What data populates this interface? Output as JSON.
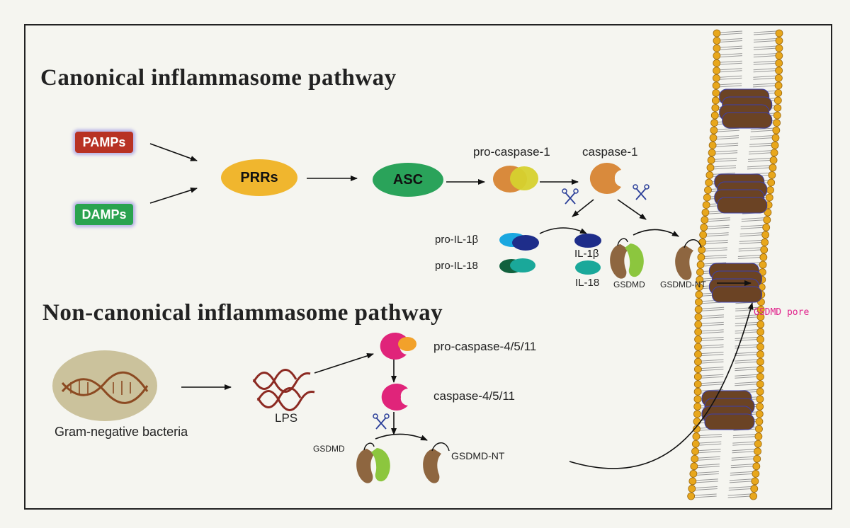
{
  "titles": {
    "canonical": "Canonical inflammasome pathway",
    "noncanonical": "Non-canonical inflammasome pathway"
  },
  "nodes": {
    "pamps": "PAMPs",
    "damps": "DAMPs",
    "prrs": "PRRs",
    "asc": "ASC",
    "pro_caspase_1": "pro-caspase-1",
    "caspase_1": "caspase-1",
    "pro_il_1b": "pro-IL-1β",
    "pro_il_18": "pro-IL-18",
    "il_1b": "IL-1β",
    "il_18": "IL-18",
    "gsdmd_top": "GSDMD",
    "gsdmd_nt_top": "GSDMD-NT",
    "gsdmd_pore": "GSDMD pore",
    "gram_negative": "Gram-negative bacteria",
    "lps": "LPS",
    "pro_caspase_4511": "pro-caspase-4/5/11",
    "caspase_4511": "caspase-4/5/11",
    "gsdmd_bottom": "GSDMD",
    "gsdmd_nt_bottom": "GSDMD-NT"
  },
  "colors": {
    "pamps": "#b83224",
    "damps": "#2aa350",
    "prrs": "#f0b62e",
    "asc": "#2aa35a",
    "caspase": "#d98a3c",
    "caspase_highlight": "#d6d12e",
    "il1b": "#1e2d8a",
    "il1b_light": "#1aa7e0",
    "il18": "#1aa89a",
    "il18_dark": "#12613e",
    "gsdmd_brown": "#8e6640",
    "gsdmd_green": "#8cc63e",
    "caspase4": "#e0247a",
    "caspase4_highlight": "#f2a12a",
    "lps": "#8c2a22",
    "bacteria": "#cbc29c",
    "membrane_head": "#e8a71c",
    "pore_label": "#e0208a"
  },
  "icons": [
    "scissors-icon",
    "dna-icon",
    "lps-wave-icon",
    "lipid-bilayer-icon"
  ]
}
